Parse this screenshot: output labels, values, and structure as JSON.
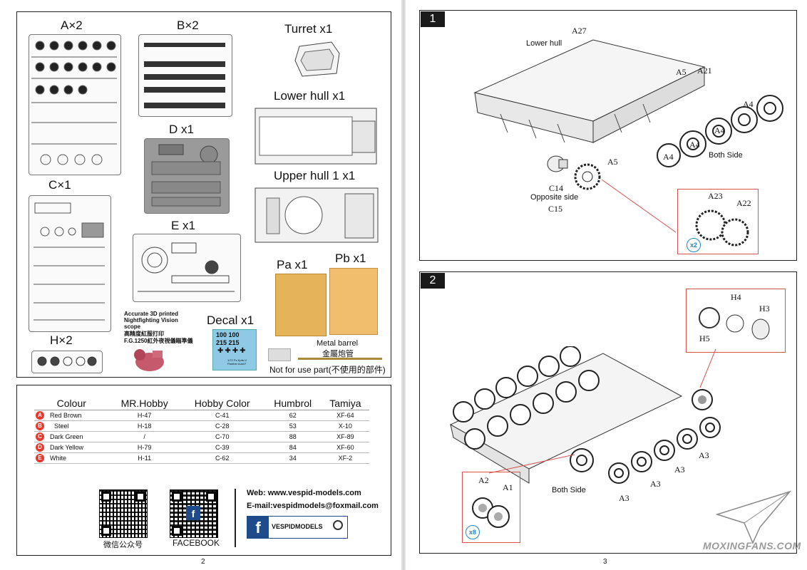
{
  "left_page": {
    "sprues": {
      "a": "A×2",
      "b": "B×2",
      "turret": "Turret  x1",
      "lower_hull": "Lower hull  x1",
      "d": "D x1",
      "upper_hull": "Upper hull 1  x1",
      "c": "C×1",
      "e": "E x1",
      "h": "H×2",
      "pa": "Pa x1",
      "pb": "Pb x1",
      "decal": "Decal  x1"
    },
    "scope_note_en": "Accurate 3D printed Nightfighting Vision scope",
    "scope_note_cn1": "高精度紅服打印",
    "scope_note_cn2": "F.G.1250紅外夜視儀瞄準儀",
    "decal_text1": "100 100",
    "decal_text2": "215 215",
    "decal_caption": "1/72 Pz.Kpfw.V Panther Ausf.F",
    "metal_barrel_en": "Metal barrel",
    "metal_barrel_cn": "金屬炮管",
    "not_for_use": "Not for use part(不使用的部件)",
    "paint_table": {
      "headers": [
        "Colour",
        "MR.Hobby",
        "Hobby Color",
        "Humbrol",
        "Tamiya"
      ],
      "rows": [
        {
          "key": "A",
          "name": "Red Brown",
          "mrhobby": "H-47",
          "hobby": "C-41",
          "humbrol": "62",
          "tamiya": "XF-64"
        },
        {
          "key": "B",
          "name": "Steel",
          "mrhobby": "H-18",
          "hobby": "C-28",
          "humbrol": "53",
          "tamiya": "X-10"
        },
        {
          "key": "C",
          "name": "Dark Green",
          "mrhobby": "/",
          "hobby": "C-70",
          "humbrol": "88",
          "tamiya": "XF-89"
        },
        {
          "key": "D",
          "name": "Dark Yellow",
          "mrhobby": "H-79",
          "hobby": "C-39",
          "humbrol": "84",
          "tamiya": "XF-60"
        },
        {
          "key": "E",
          "name": "White",
          "mrhobby": "H-11",
          "hobby": "C-62",
          "humbrol": "34",
          "tamiya": "XF-2"
        }
      ]
    },
    "wechat_label": "微信公众号",
    "facebook_label": "FACEBOOK",
    "web": "Web: www.vespid-models.com",
    "email": "E-mail:vespidmodels@foxmail.com",
    "fb_name": "VESPIDMODELS",
    "page_number": "2"
  },
  "right_page": {
    "step1": {
      "number": "1",
      "lower_hull": "Lower hull",
      "a27": "A27",
      "a5_top": "A5",
      "a21": "A21",
      "a4_1": "A4",
      "a4_2": "A4",
      "a4_3": "A4",
      "a4_4": "A4",
      "both_side": "Both Side",
      "a5_bottom": "A5",
      "c14": "C14",
      "opposite_side": "Opposite side",
      "c15": "C15",
      "a23": "A23",
      "a22": "A22",
      "x2": "x2"
    },
    "step2": {
      "number": "2",
      "h4": "H4",
      "h3": "H3",
      "h5": "H5",
      "a3_1": "A3",
      "a3_2": "A3",
      "a3_3": "A3",
      "a3_4": "A3",
      "both_side": "Both Side",
      "a2": "A2",
      "a1": "A1",
      "x8": "x8"
    },
    "watermark": "MOXINGFANS.COM",
    "page_number": "3"
  },
  "colors": {
    "accent_red": "#e8392f",
    "detail_border": "#d9534f",
    "badge_blue": "#1e88c8",
    "fb_blue": "#1f4a8c"
  }
}
